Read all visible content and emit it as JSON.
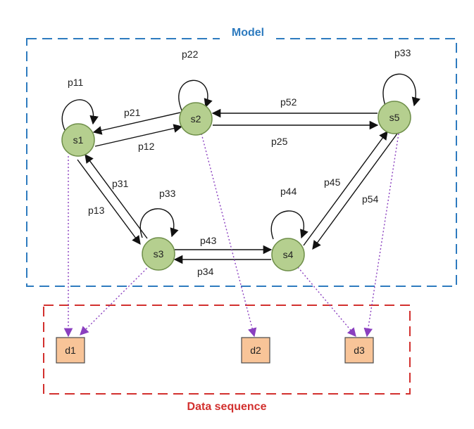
{
  "groups": {
    "model": {
      "title": "Model",
      "color": "#2e7bbf"
    },
    "data_sequence": {
      "title": "Data sequence",
      "color": "#d2302e"
    }
  },
  "states": [
    {
      "id": "s1",
      "label": "s1"
    },
    {
      "id": "s2",
      "label": "s2"
    },
    {
      "id": "s3",
      "label": "s3"
    },
    {
      "id": "s4",
      "label": "s4"
    },
    {
      "id": "s5",
      "label": "s5"
    }
  ],
  "observations": [
    {
      "id": "d1",
      "label": "d1"
    },
    {
      "id": "d2",
      "label": "d2"
    },
    {
      "id": "d3",
      "label": "d3"
    }
  ],
  "self_loops": [
    {
      "state": "s1",
      "label": "p11"
    },
    {
      "state": "s2",
      "label": "p22"
    },
    {
      "state": "s3",
      "label": "p33"
    },
    {
      "state": "s4",
      "label": "p44"
    },
    {
      "state": "s5",
      "label": "p33"
    }
  ],
  "transitions": [
    {
      "from": "s2",
      "to": "s1",
      "label": "p21"
    },
    {
      "from": "s1",
      "to": "s2",
      "label": "p12"
    },
    {
      "from": "s5",
      "to": "s2",
      "label": "p52"
    },
    {
      "from": "s2",
      "to": "s5",
      "label": "p25"
    },
    {
      "from": "s3",
      "to": "s1",
      "label": "p31"
    },
    {
      "from": "s1",
      "to": "s3",
      "label": "p13"
    },
    {
      "from": "s4",
      "to": "s5",
      "label": "p45"
    },
    {
      "from": "s5",
      "to": "s4",
      "label": "p54"
    },
    {
      "from": "s3",
      "to": "s4",
      "label": "p43"
    },
    {
      "from": "s4",
      "to": "s3",
      "label": "p34"
    }
  ],
  "emissions": [
    {
      "from": "s1",
      "to": "d1"
    },
    {
      "from": "s3",
      "to": "d1"
    },
    {
      "from": "s2",
      "to": "d2"
    },
    {
      "from": "s4",
      "to": "d3"
    },
    {
      "from": "s5",
      "to": "d3"
    }
  ],
  "colors": {
    "state_fill": "#b5cf8f",
    "observation_fill": "#f8c498",
    "emission_arrow": "#8a3fbf",
    "transition_arrow": "#111111"
  }
}
